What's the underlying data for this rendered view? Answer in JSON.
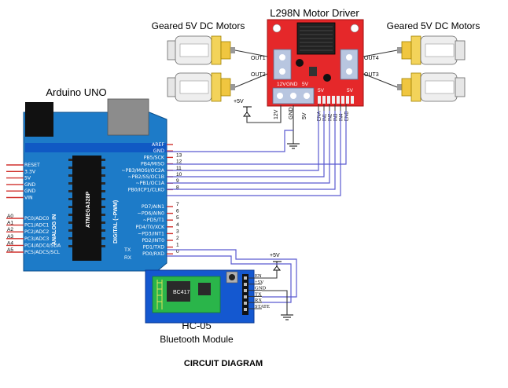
{
  "titles": {
    "driver": "L298N Motor Driver",
    "motors_left": "Geared 5V DC Motors",
    "motors_right": "Geared 5V DC Motors",
    "arduino": "Arduino UNO",
    "bt_name": "HC-05",
    "bt_desc": "Bluetooth Module",
    "caption": "CIRCUIT DIAGRAM"
  },
  "driver": {
    "out1": "OUT1",
    "out2": "OUT2",
    "out3": "OUT3",
    "out4": "OUT4",
    "v12": "12V",
    "gnd": "GND",
    "v5": "5V",
    "v5a": "5V",
    "v5b": "5V",
    "bottom_pins": [
      "ENA",
      "IN1",
      "IN2",
      "IN3",
      "IN4",
      "ENB"
    ],
    "ext_12v": "12V",
    "ext_gnd": "GND",
    "ext_5v": "5V"
  },
  "supply": {
    "plus5_top": "+5V",
    "plus5_bt": "+5V"
  },
  "arduino": {
    "chip": "ATMEGA328P",
    "power_pins": [
      "RESET",
      "3.3V",
      "5V",
      "GND",
      "GND",
      "VIN"
    ],
    "analog_label": "ANALOG IN",
    "analog_nums": [
      "A0",
      "A1",
      "A2",
      "A3",
      "A4",
      "A5"
    ],
    "analog_pins": [
      "PC0/ADC0",
      "PC1/ADC1",
      "PC2/ADC2",
      "PC3/ADC3",
      "PC4/ADC4/SDA",
      "PC5/ADC5/SCL"
    ],
    "digital_label": "DIGITAL (~PWM)",
    "top_pins": [
      "AREF",
      "GND",
      "PB5/SCK",
      "PB4/MISO",
      "~PB3/MOSI/OC2A",
      "~PB2/SS/OC1B",
      "~PB1/OC1A",
      "PB0/ICP1/CLKO"
    ],
    "top_nums": [
      "13",
      "12",
      "11",
      "10",
      "9",
      "8"
    ],
    "low_pins": [
      "PD7/AIN1",
      "~PD6/AIN0",
      "~PD5/T1",
      "PD4/T0/XCK",
      "~PD3/INT1",
      "PD2/INT0",
      "PD1/TXD",
      "PD0/RXD"
    ],
    "low_nums": [
      "7",
      "6",
      "5",
      "4",
      "3",
      "2",
      "1",
      "0"
    ],
    "tx": "TX",
    "rx": "RX"
  },
  "bt": {
    "chip": "BC417",
    "pins": [
      "EN",
      "+5V",
      "GND",
      "TX",
      "RX",
      "STATE"
    ]
  }
}
